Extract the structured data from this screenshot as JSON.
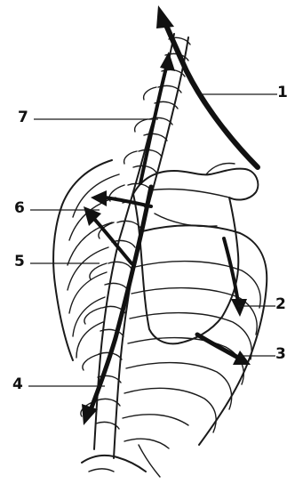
{
  "labels": [
    {
      "id": "1",
      "text": "1"
    },
    {
      "id": "2",
      "text": "2"
    },
    {
      "id": "3",
      "text": "3"
    },
    {
      "id": "4",
      "text": "4"
    },
    {
      "id": "5",
      "text": "5"
    },
    {
      "id": "6",
      "text": "6"
    },
    {
      "id": "7",
      "text": "7"
    }
  ],
  "colors": {
    "ink": "#111111",
    "background": "#ffffff"
  }
}
